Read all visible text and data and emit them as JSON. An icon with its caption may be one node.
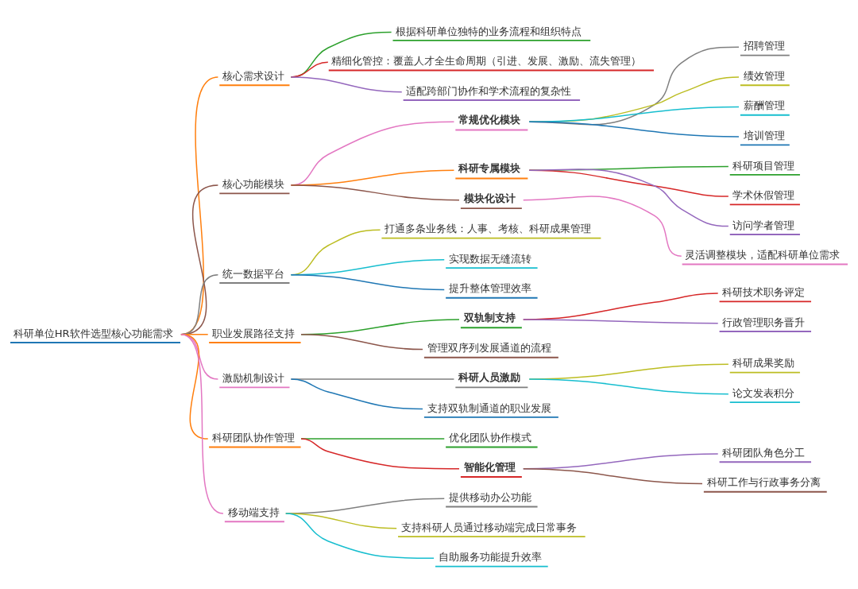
{
  "diagram": {
    "nodes": [
      {
        "text": [
          "科研单位HR软件选型核心功能需求"
        ]
      },
      {
        "text": [
          "核心需求设计"
        ]
      },
      {
        "text": [
          "根据科研单位独特的业务流程和组织特点"
        ]
      },
      {
        "text": [
          "精细化管控：覆盖人才全生命周期（引进、发展、激励、流失管理）"
        ]
      },
      {
        "text": [
          "适配跨部门协作和学术流程的复杂性"
        ]
      },
      {
        "text": [
          "核心功能模块"
        ]
      },
      {
        "text": [
          "常规优化模块"
        ]
      },
      {
        "text": [
          "招聘管理"
        ]
      },
      {
        "text": [
          "绩效管理"
        ]
      },
      {
        "text": [
          "薪酬管理"
        ]
      },
      {
        "text": [
          "培训管理"
        ]
      },
      {
        "text": [
          "科研专属模块"
        ]
      },
      {
        "text": [
          "科研项目管理"
        ]
      },
      {
        "text": [
          "学术休假管理"
        ]
      },
      {
        "text": [
          "访问学者管理"
        ]
      },
      {
        "text": [
          "模块化设计"
        ]
      },
      {
        "text": [
          "灵活调整模块，适配科研单位需求"
        ]
      },
      {
        "text": [
          "统一数据平台"
        ]
      },
      {
        "text": [
          "打通多条业务线：人事、考核、科研成果管理"
        ]
      },
      {
        "text": [
          "实现数据无缝流转"
        ]
      },
      {
        "text": [
          "提升整体管理效率"
        ]
      },
      {
        "text": [
          "职业发展路径支持"
        ]
      },
      {
        "text": [
          "双轨制支持"
        ]
      },
      {
        "text": [
          "科研技术职务评定"
        ]
      },
      {
        "text": [
          "行政管理职务晋升"
        ]
      },
      {
        "text": [
          "管理双序列发展通道的流程"
        ]
      },
      {
        "text": [
          "激励机制设计"
        ]
      },
      {
        "text": [
          "科研人员激励"
        ]
      },
      {
        "text": [
          "科研成果奖励"
        ]
      },
      {
        "text": [
          "论文发表积分"
        ]
      },
      {
        "text": [
          "支持双轨制通道的职业发展"
        ]
      },
      {
        "text": [
          "科研团队协作管理"
        ]
      },
      {
        "text": [
          "优化团队协作模式"
        ]
      },
      {
        "text": [
          "智能化管理"
        ]
      },
      {
        "text": [
          "科研团队角色分工"
        ]
      },
      {
        "text": [
          "科研工作与行政事务分离"
        ]
      },
      {
        "text": [
          "移动端支持"
        ]
      },
      {
        "text": [
          "提供移动办公功能"
        ]
      },
      {
        "text": [
          "支持科研人员通过移动端完成日常事务"
        ]
      },
      {
        "text": [
          "自助服务功能提升效率"
        ]
      }
    ],
    "edges": [
      {
        "from": 0,
        "to": 1,
        "arrow": "none",
        "color": "#ff7f0e"
      },
      {
        "from": 1,
        "to": 2,
        "arrow": "none",
        "color": "#2ca02c"
      },
      {
        "from": 1,
        "to": 3,
        "arrow": "none",
        "color": "#d62728"
      },
      {
        "from": 1,
        "to": 4,
        "arrow": "none",
        "color": "#9467bd"
      },
      {
        "from": 0,
        "to": 5,
        "arrow": "none",
        "color": "#8c564b"
      },
      {
        "from": 5,
        "to": 6,
        "arrow": "none",
        "color": "#e377c2"
      },
      {
        "from": 6,
        "to": 7,
        "arrow": "none",
        "color": "#7f7f7f"
      },
      {
        "from": 6,
        "to": 8,
        "arrow": "none",
        "color": "#bcbd22"
      },
      {
        "from": 6,
        "to": 9,
        "arrow": "none",
        "color": "#17becf"
      },
      {
        "from": 6,
        "to": 10,
        "arrow": "none",
        "color": "#1f77b4"
      },
      {
        "from": 5,
        "to": 11,
        "arrow": "none",
        "color": "#ff7f0e"
      },
      {
        "from": 11,
        "to": 12,
        "arrow": "none",
        "color": "#2ca02c"
      },
      {
        "from": 11,
        "to": 13,
        "arrow": "none",
        "color": "#d62728"
      },
      {
        "from": 11,
        "to": 14,
        "arrow": "none",
        "color": "#9467bd"
      },
      {
        "from": 5,
        "to": 15,
        "arrow": "none",
        "color": "#8c564b"
      },
      {
        "from": 15,
        "to": 16,
        "arrow": "none",
        "color": "#e377c2"
      },
      {
        "from": 0,
        "to": 17,
        "arrow": "none",
        "color": "#7f7f7f"
      },
      {
        "from": 17,
        "to": 18,
        "arrow": "none",
        "color": "#bcbd22"
      },
      {
        "from": 17,
        "to": 19,
        "arrow": "none",
        "color": "#17becf"
      },
      {
        "from": 17,
        "to": 20,
        "arrow": "none",
        "color": "#1f77b4"
      },
      {
        "from": 0,
        "to": 21,
        "arrow": "none",
        "color": "#ff7f0e"
      },
      {
        "from": 21,
        "to": 22,
        "arrow": "none",
        "color": "#2ca02c"
      },
      {
        "from": 22,
        "to": 23,
        "arrow": "none",
        "color": "#d62728"
      },
      {
        "from": 22,
        "to": 24,
        "arrow": "none",
        "color": "#9467bd"
      },
      {
        "from": 21,
        "to": 25,
        "arrow": "none",
        "color": "#8c564b"
      },
      {
        "from": 0,
        "to": 26,
        "arrow": "none",
        "color": "#e377c2"
      },
      {
        "from": 26,
        "to": 27,
        "arrow": "none",
        "color": "#7f7f7f"
      },
      {
        "from": 27,
        "to": 28,
        "arrow": "none",
        "color": "#bcbd22"
      },
      {
        "from": 27,
        "to": 29,
        "arrow": "none",
        "color": "#17becf"
      },
      {
        "from": 26,
        "to": 30,
        "arrow": "none",
        "color": "#1f77b4"
      },
      {
        "from": 0,
        "to": 31,
        "arrow": "none",
        "color": "#ff7f0e"
      },
      {
        "from": 31,
        "to": 32,
        "arrow": "none",
        "color": "#2ca02c"
      },
      {
        "from": 31,
        "to": 33,
        "arrow": "none",
        "color": "#d62728"
      },
      {
        "from": 33,
        "to": 34,
        "arrow": "none",
        "color": "#9467bd"
      },
      {
        "from": 33,
        "to": 35,
        "arrow": "none",
        "color": "#8c564b"
      },
      {
        "from": 0,
        "to": 36,
        "arrow": "none",
        "color": "#e377c2"
      },
      {
        "from": 36,
        "to": 37,
        "arrow": "none",
        "color": "#7f7f7f"
      },
      {
        "from": 36,
        "to": 38,
        "arrow": "none",
        "color": "#bcbd22"
      },
      {
        "from": 36,
        "to": 39,
        "arrow": "none",
        "color": "#17becf"
      }
    ]
  }
}
